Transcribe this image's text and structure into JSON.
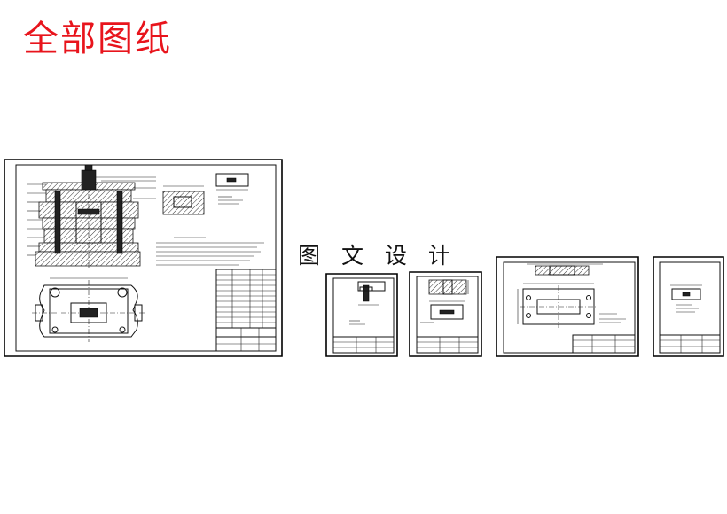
{
  "header": {
    "title": "全部图纸"
  },
  "watermark": {
    "text": "图 文 设 计"
  },
  "colors": {
    "title": "#e8141c",
    "line": "#111111",
    "background": "#ffffff"
  },
  "sheets": [
    {
      "id": "assembly",
      "kind": "assembly-drawing"
    },
    {
      "id": "part-1",
      "kind": "part-drawing"
    },
    {
      "id": "part-2",
      "kind": "part-drawing"
    },
    {
      "id": "part-3",
      "kind": "part-drawing"
    },
    {
      "id": "part-4",
      "kind": "part-drawing"
    }
  ]
}
